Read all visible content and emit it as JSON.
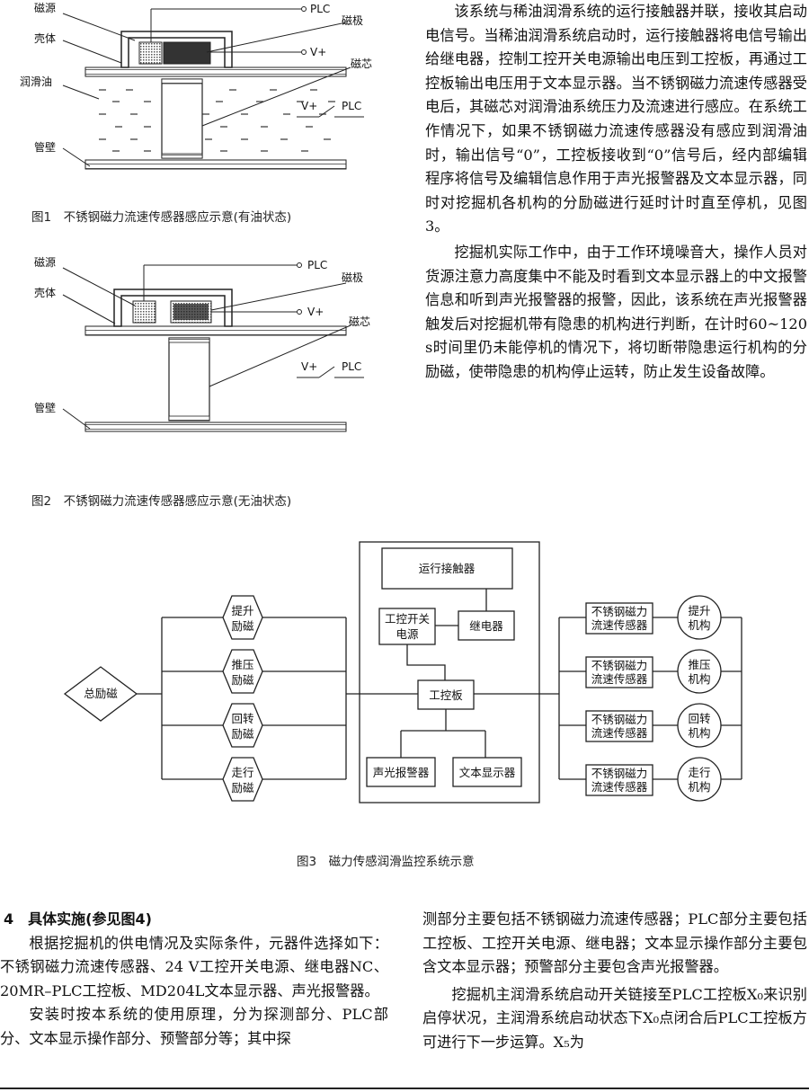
{
  "figure1": {
    "labels": {
      "source": "磁源",
      "shell": "壳体",
      "oil": "润滑油",
      "wall": "管壁",
      "plc": "PLC",
      "pole": "磁极",
      "vplus": "V+",
      "core": "磁芯",
      "switch_v": "V+",
      "switch_plc": "PLC"
    },
    "caption": "图1　不锈钢磁力流速传感器感应示意(有油状态)"
  },
  "figure2": {
    "labels": {
      "source": "磁源",
      "shell": "壳体",
      "wall": "管壁",
      "plc": "PLC",
      "pole": "磁极",
      "vplus": "V+",
      "core": "磁芯",
      "switch_v": "V+",
      "switch_plc": "PLC"
    },
    "caption": "图2　不锈钢磁力流速传感器感应示意(无油状态)"
  },
  "right_text": [
    "该系统与稀油润滑系统的运行接触器并联，接收其启动电信号。当稀油润滑系统启动时，运行接触器将电信号输出给继电器，控制工控开关电源输出电压到工控板，再通过工控板输出电压用于文本显示器。当不锈钢磁力流速传感器受电后，其磁芯对润滑油系统压力及流速进行感应。在系统工作情况下，如果不锈钢磁力流速传感器没有感应到润滑油时，输出信号“0”，工控板接收到“0”信号后，经内部编辑程序将信号及编辑信息作用于声光报警器及文本显示器，同时对挖掘机各机构的分励磁进行延时计时直至停机，见图3。",
    "挖掘机实际工作中，由于工作环境噪音大，操作人员对货源注意力高度集中不能及时看到文本显示器上的中文报警信息和听到声光报警器的报警，因此，该系统在声光报警器触发后对挖掘机带有隐患的机构进行判断，在计时60~120 s时间里仍未能停机的情况下，将切断带隐患运行机构的分励磁，使带隐患的机构停止运转，防止发生设备故障。"
  ],
  "figure3": {
    "main_field": "总励磁",
    "field_nodes": [
      "提升\n励磁",
      "推压\n励磁",
      "回转\n励磁",
      "走行\n励磁"
    ],
    "contactor": "运行接触器",
    "psu": "工控开关\n电源",
    "relay": "继电器",
    "board": "工控板",
    "alarm": "声光报警器",
    "display": "文本显示器",
    "sensors": [
      "不锈钢磁力\n流速传感器",
      "不锈钢磁力\n流速传感器",
      "不锈钢磁力\n流速传感器",
      "不锈钢磁力\n流速传感器"
    ],
    "mechanisms": [
      "提升\n机构",
      "推压\n机构",
      "回转\n机构",
      "走行\n机构"
    ],
    "caption": "图3　磁力传感润滑监控系统示意"
  },
  "section": {
    "title": "4　具体实施(参见图4)",
    "left_paragraphs": [
      "根据挖掘机的供电情况及实际条件，元器件选择如下：不锈钢磁力流速传感器、24 V工控开关电源、继电器NC、20MR–PLC工控板、MD204L文本显示器、声光报警器。",
      "安装时按本系统的使用原理，分为探测部分、PLC部分、文本显示操作部分、预警部分等；其中探"
    ],
    "right_paragraphs": [
      "测部分主要包括不锈钢磁力流速传感器；PLC部分主要包括工控板、工控开关电源、继电器；文本显示操作部分主要包含文本显示器；预警部分主要包含声光报警器。",
      "挖掘机主润滑系统启动开关链接至PLC工控板X₀来识别启停状况，主润滑系统启动状态下X₀点闭合后PLC工控板方可进行下一步运算。X₅为"
    ]
  }
}
